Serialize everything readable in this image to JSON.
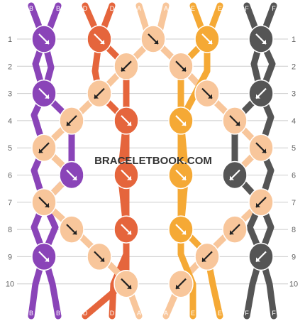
{
  "watermark": "BRACELETBOOK.COM",
  "row_numbers": [
    "1",
    "2",
    "3",
    "4",
    "5",
    "6",
    "7",
    "8",
    "9",
    "10"
  ],
  "strand_labels_top": [
    "B",
    "B",
    "D",
    "D",
    "A",
    "A",
    "E",
    "E",
    "F",
    "F"
  ],
  "strand_labels_bottom": [
    "B",
    "B",
    "D",
    "D",
    "A",
    "A",
    "E",
    "E",
    "F",
    "F"
  ],
  "colors": {
    "B": "#8a44b8",
    "D": "#e5653c",
    "A": "#f8c69b",
    "E": "#f5a935",
    "F": "#555555",
    "grid": "#cccccc",
    "row_number": "#666666",
    "watermark": "#333333"
  },
  "knots": [
    [
      {
        "dir": "fwd",
        "color": "B"
      },
      {
        "dir": "fwd",
        "color": "D"
      },
      {
        "dir": "fwd",
        "color": "A"
      },
      {
        "dir": "fwd",
        "color": "E"
      },
      {
        "dir": "fwd",
        "color": "F"
      }
    ],
    [
      {
        "dir": "bwd",
        "color": "A"
      },
      {
        "dir": "fwd",
        "color": "A"
      }
    ],
    [
      {
        "dir": "fwd",
        "color": "B"
      },
      {
        "dir": "bwd",
        "color": "A"
      },
      {
        "dir": "fwd",
        "color": "A"
      },
      {
        "dir": "bwd",
        "color": "F"
      }
    ],
    [
      {
        "dir": "bwd",
        "color": "A"
      },
      {
        "dir": "fwd",
        "color": "D"
      },
      {
        "dir": "fwd",
        "color": "E"
      },
      {
        "dir": "fwd",
        "color": "A"
      }
    ],
    [
      {
        "dir": "bwd",
        "color": "A"
      },
      {
        "dir": "fwd",
        "color": "A"
      }
    ],
    [
      {
        "dir": "fwd",
        "color": "B"
      },
      {
        "dir": "fwd",
        "color": "D"
      },
      {
        "dir": "fwd",
        "color": "E"
      },
      {
        "dir": "bwd",
        "color": "F"
      }
    ],
    [
      {
        "dir": "fwd",
        "color": "A"
      },
      {
        "dir": "bwd",
        "color": "A"
      }
    ],
    [
      {
        "dir": "fwd",
        "color": "A"
      },
      {
        "dir": "fwd",
        "color": "D"
      },
      {
        "dir": "fwd",
        "color": "E"
      },
      {
        "dir": "bwd",
        "color": "A"
      }
    ],
    [
      {
        "dir": "fwd",
        "color": "B"
      },
      {
        "dir": "fwd",
        "color": "A"
      },
      {
        "dir": "bwd",
        "color": "A"
      },
      {
        "dir": "bwd",
        "color": "F"
      }
    ],
    [
      {
        "dir": "fwd",
        "color": "A"
      },
      {
        "dir": "bwd",
        "color": "A"
      }
    ]
  ]
}
